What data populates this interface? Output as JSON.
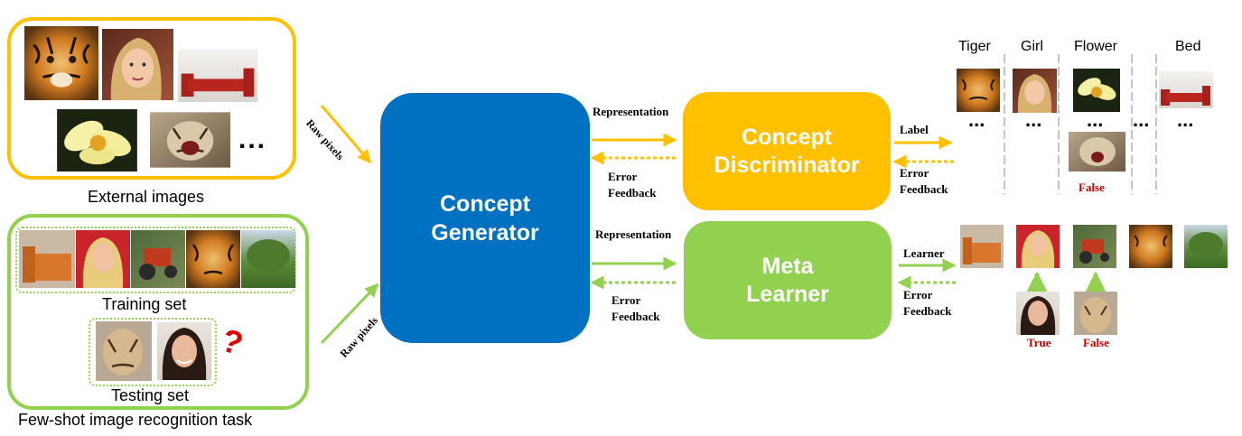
{
  "colors": {
    "generator": "#0070c0",
    "discriminator": "#ffc000",
    "meta_learner": "#92d050",
    "false_true_text": "#c00000",
    "external_border": "#ffc000",
    "fewshot_border": "#92d050"
  },
  "left": {
    "external_images_caption": "External images",
    "external_dots": "...",
    "training_set_caption": "Training set",
    "testing_set_caption": "Testing set",
    "question_mark": "?",
    "task_caption": "Few-shot image recognition task"
  },
  "arrows": {
    "raw_pixels_top": "Raw pixels",
    "raw_pixels_bottom": "Raw pixels"
  },
  "blocks": {
    "generator": "Concept Generator",
    "discriminator": "Concept Discriminator",
    "meta_learner": "Meta Learner"
  },
  "edges": {
    "disc_representation": "Representation",
    "disc_error_feedback": "Error Feedback",
    "meta_representation": "Representation",
    "meta_error_feedback": "Error Feedback",
    "label": "Label",
    "label_error_feedback": "Error Feedback",
    "learner": "Learner",
    "learner_error_feedback": "Error Feedback"
  },
  "right_top": {
    "categories": [
      "Tiger",
      "Girl",
      "Flower",
      "Bed"
    ],
    "dots": "...",
    "false_label": "False"
  },
  "right_bottom": {
    "true_label": "True",
    "false_label": "False"
  },
  "icons": {
    "images": [
      "tiger-image",
      "girl-image",
      "bed-image",
      "flower-image",
      "tiger-cub-image",
      "woman-image",
      "tractor-image",
      "tree-image"
    ]
  }
}
